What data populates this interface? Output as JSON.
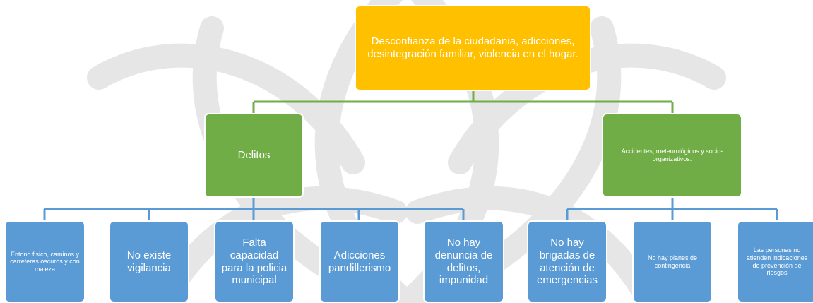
{
  "colors": {
    "root_fill": "#ffc000",
    "mid_fill": "#70ad47",
    "leaf_fill": "#5b9bd5",
    "root_connector": "#70ad47",
    "leaf_connector": "#5b9bd5",
    "watermark": "#e6e6e6"
  },
  "diagram": {
    "root": {
      "label": "Desconfianza de la ciudadania, adicciones, desintegración familiar, violencia en el hogar."
    },
    "branches": [
      {
        "label": "Delitos",
        "children": [
          "Entono fisico, caminos y carreteras oscuros y con maleza",
          "No existe vigilancia",
          "Falta capacidad para la policia municipal",
          "Adicciones pandillerismo",
          "No hay denuncia de delitos, impunidad"
        ]
      },
      {
        "label": "Accidentes, meteorológicos y socio-organizativos.",
        "children": [
          "No hay brigadas de atención de emergencias",
          "No hay planes de contingencia",
          "Las personas no atienden indicaciones de prevención de riesgos"
        ]
      }
    ]
  }
}
